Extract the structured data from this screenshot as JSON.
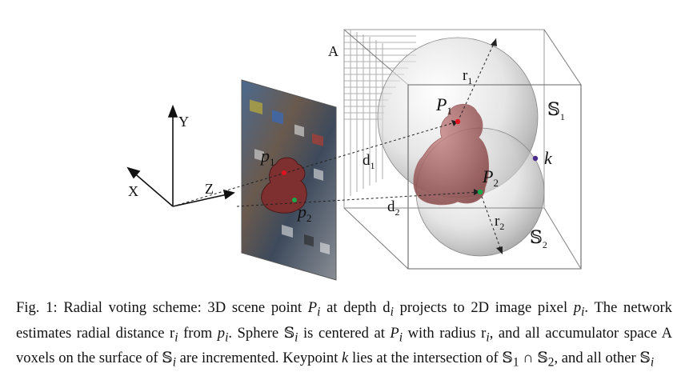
{
  "diagram": {
    "axis_labels": {
      "y": "Y",
      "x": "X",
      "z": "Z"
    },
    "accumulator_label": "A",
    "point_1": {
      "base": "P",
      "sub": "1"
    },
    "point_2": {
      "base": "P",
      "sub": "2"
    },
    "pixel_1": {
      "base": "p",
      "sub": "1"
    },
    "pixel_2": {
      "base": "p",
      "sub": "2"
    },
    "radius_1": {
      "base": "r",
      "sub": "1"
    },
    "radius_2": {
      "base": "r",
      "sub": "2"
    },
    "depth_1": {
      "base": "d",
      "sub": "1"
    },
    "depth_2": {
      "base": "d",
      "sub": "2"
    },
    "sphere_1": {
      "base": "𝕊",
      "sub": "1"
    },
    "sphere_2": {
      "base": "𝕊",
      "sub": "2"
    },
    "keypoint": "k",
    "colors": {
      "point_1": "#e0141e",
      "point_2": "#1ca84a",
      "keypoint": "#4a2a8a",
      "object": "#8a3a3a"
    }
  },
  "caption": {
    "fig_label": "Fig. 1:",
    "t1": "Radial voting scheme: 3D scene point ",
    "Pi": "P",
    "i": "i",
    "t2": " at depth d",
    "t3": " projects to 2D image pixel ",
    "pi": "p",
    "t4": ". The network estimates radial distance r",
    "t5": " from ",
    "t6": ". Sphere ",
    "S": "𝕊",
    "t7": " is centered at ",
    "t8": " with radius r",
    "t9": ", and all accumulator space A voxels on the surface of ",
    "t10": " are incremented. Keypoint ",
    "k": "k",
    "t11": " lies at the intersection of ",
    "s1": "1",
    "cap": " ∩ ",
    "s2": "2",
    "t12": ", and all other "
  }
}
